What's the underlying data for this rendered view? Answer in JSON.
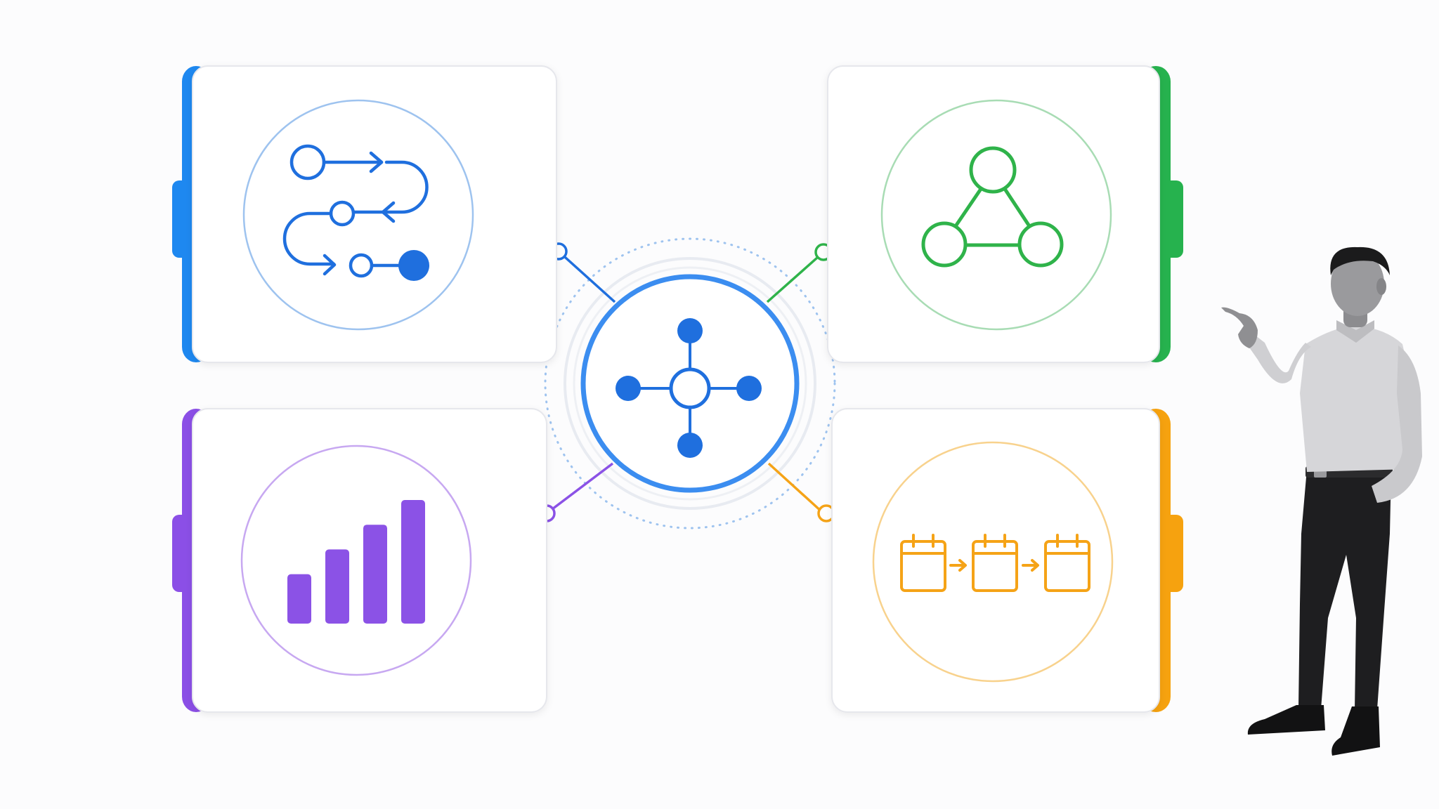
{
  "colors": {
    "background": "#fcfcfd",
    "card_border": "#e6e7ec",
    "hub_ring": "#3b8df0",
    "hub_halo": "#9ec3ef",
    "hub_nodes": "#1f6fde",
    "process": "#1f6fde",
    "process_accent": "#1e88f0",
    "network": "#2fb34a",
    "network_accent": "#26b24e",
    "analytics": "#8b52e6",
    "analytics_accent": "#8b4fe6",
    "schedule": "#f5a317",
    "schedule_accent": "#f6a20f"
  },
  "diagram": {
    "hub": {
      "icon": "hub-network-icon"
    },
    "cards": [
      {
        "id": "process",
        "icon": "process-flow-icon",
        "accent": "process_accent"
      },
      {
        "id": "network",
        "icon": "triangle-network-icon",
        "accent": "network_accent"
      },
      {
        "id": "analytics",
        "icon": "bar-chart-icon",
        "accent": "analytics_accent"
      },
      {
        "id": "schedule",
        "icon": "calendar-sequence-icon",
        "accent": "schedule_accent"
      }
    ],
    "presenter": {
      "icon": "presenter-figure"
    }
  },
  "chart_data": {
    "type": "bar",
    "values": [
      2,
      3,
      4,
      5
    ]
  }
}
